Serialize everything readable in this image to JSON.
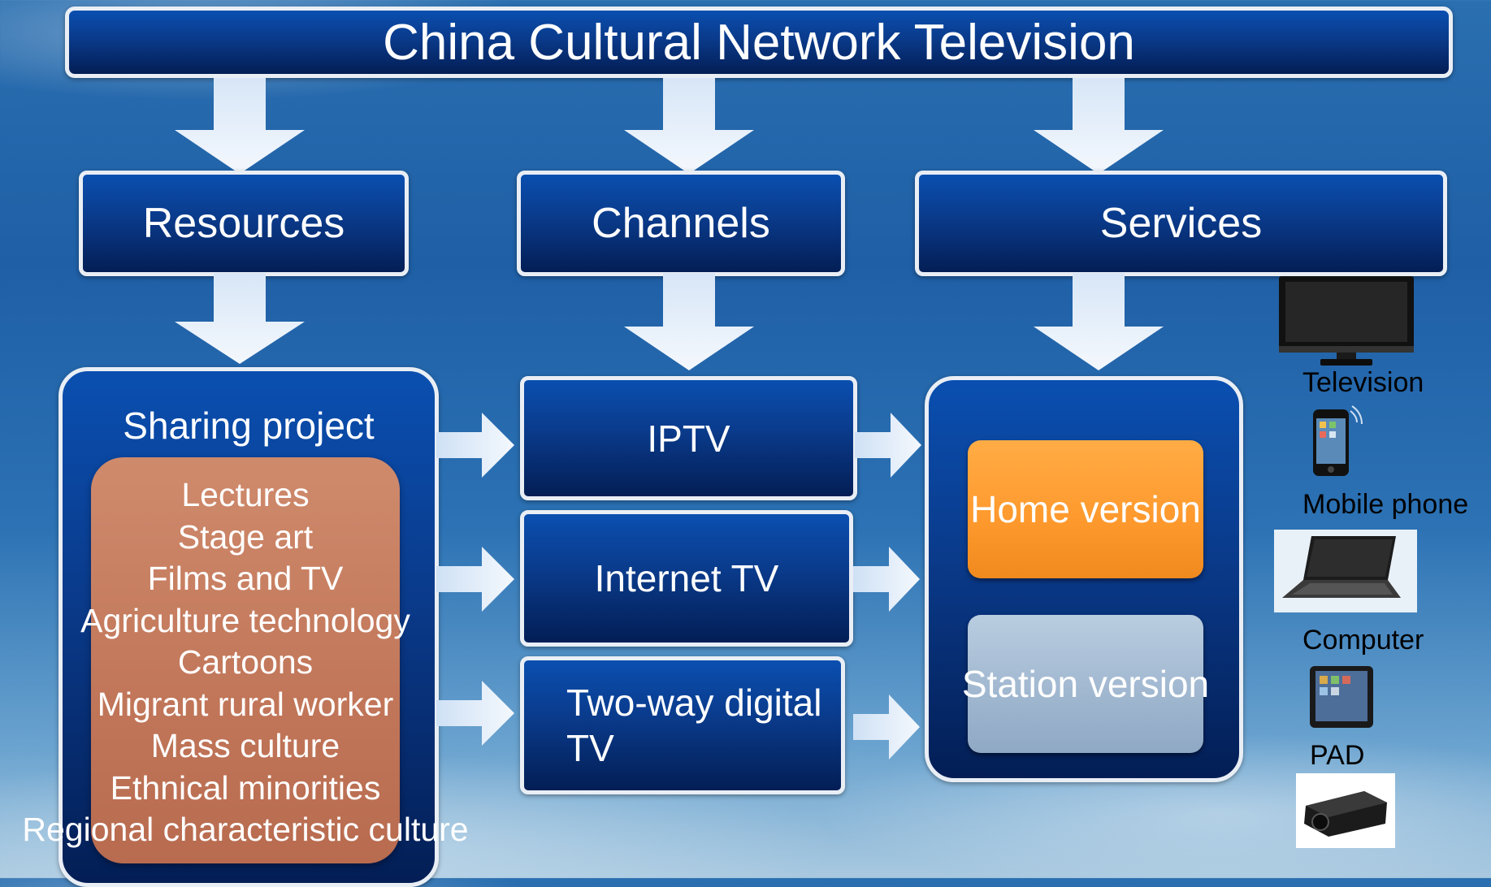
{
  "title": "China Cultural Network Television",
  "columns": {
    "resources": "Resources",
    "channels": "Channels",
    "services": "Services"
  },
  "sharing": {
    "title": "Sharing project",
    "items": [
      "Lectures",
      "Stage art",
      "Films and TV",
      "Agriculture technology",
      "Cartoons",
      "Migrant rural worker",
      "Mass culture",
      "Ethnical minorities",
      "Regional characteristic culture"
    ]
  },
  "channels": {
    "iptv": "IPTV",
    "internet_tv": "Internet TV",
    "two_way_line1": "Two-way digital",
    "two_way_line2": "TV"
  },
  "services": {
    "home": "Home version",
    "station": "Station version"
  },
  "devices": {
    "television": "Television",
    "mobile": "Mobile phone",
    "computer": "Computer",
    "pad": "PAD"
  },
  "colors": {
    "home_version": "#ff9a2e",
    "station_version": "#9fb6cf",
    "resource_panel": "#c37d62"
  }
}
